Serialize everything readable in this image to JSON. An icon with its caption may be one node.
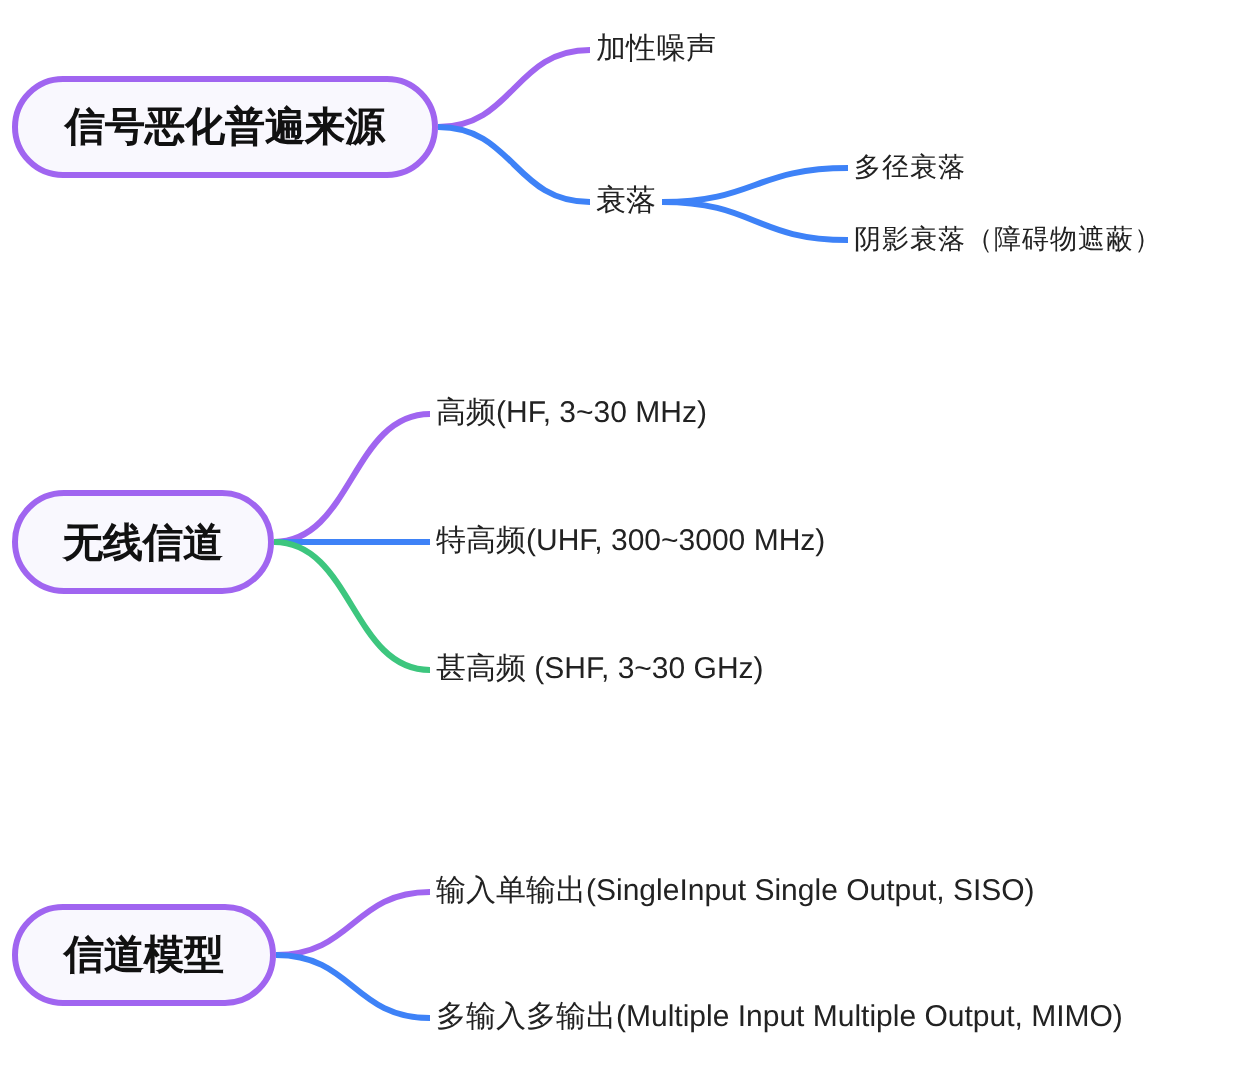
{
  "diagram": {
    "nodes": [
      {
        "text": [
          "信号恶化普遍来源"
        ]
      },
      {
        "text": [
          "加性噪声"
        ]
      },
      {
        "text": [
          "衰落"
        ]
      },
      {
        "text": [
          "多径衰落"
        ]
      },
      {
        "text": [
          "阴影衰落（障碍物遮蔽）"
        ]
      },
      {
        "text": [
          "无线信道"
        ]
      },
      {
        "text": [
          "高频(HF, 3~30 MHz)"
        ]
      },
      {
        "text": [
          "特高频(UHF, 300~3000 MHz)"
        ]
      },
      {
        "text": [
          "甚高频 (SHF, 3~30 GHz)"
        ]
      },
      {
        "text": [
          "信道模型"
        ]
      },
      {
        "text": [
          "输入单输出(SingleInput Single Output, SISO)"
        ]
      },
      {
        "text": [
          "多输入多输出(Multiple Input Multiple Output, MIMO)"
        ]
      }
    ],
    "edges": [
      {
        "from": 0,
        "to": 1,
        "arrow": "none",
        "color": "#a065f0"
      },
      {
        "from": 0,
        "to": 2,
        "arrow": "none"
      },
      {
        "from": 2,
        "to": 3,
        "arrow": "none"
      },
      {
        "from": 2,
        "to": 4,
        "arrow": "none"
      },
      {
        "from": 5,
        "to": 6,
        "arrow": "none",
        "color": "#a065f0"
      },
      {
        "from": 5,
        "to": 7,
        "arrow": "none"
      },
      {
        "from": 5,
        "to": 8,
        "arrow": "none",
        "color": "#3dc67e"
      },
      {
        "from": 9,
        "to": 10,
        "arrow": "none",
        "color": "#a065f0"
      },
      {
        "from": 9,
        "to": 11,
        "arrow": "none"
      }
    ]
  }
}
